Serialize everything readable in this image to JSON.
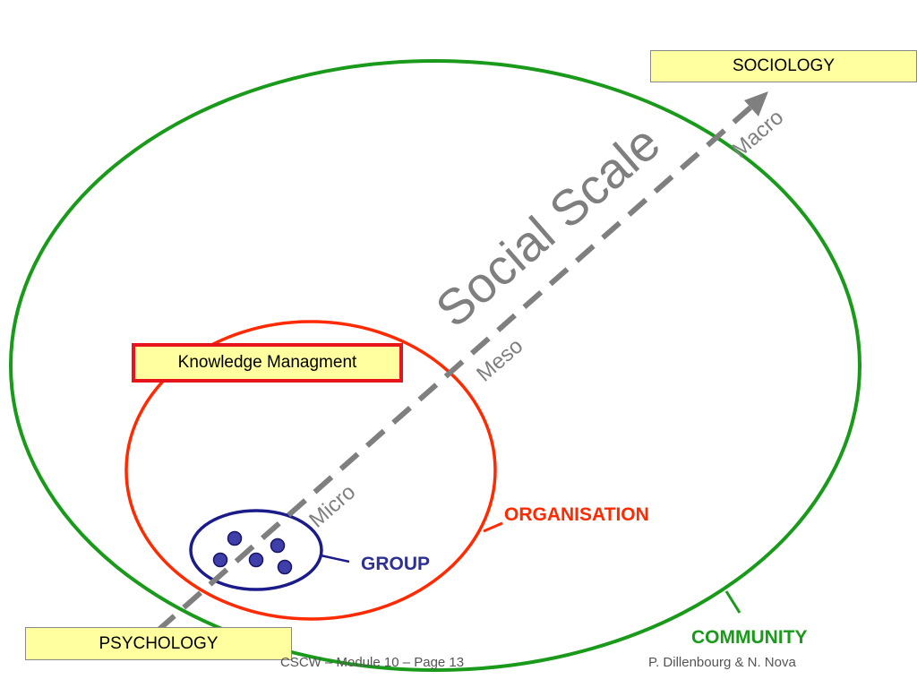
{
  "boxes": {
    "sociology": "SOCIOLOGY",
    "psychology": "PSYCHOLOGY",
    "knowledge_management": "Knowledge Managment"
  },
  "axis": {
    "title": "Social Scale",
    "micro": "Micro",
    "meso": "Meso",
    "macro": "Macro"
  },
  "levels": {
    "organisation": "ORGANISATION",
    "group": "GROUP",
    "community": "COMMUNITY"
  },
  "footer": {
    "left": "CSCW – Module 10 – Page 13",
    "right": "P. Dillenbourg & N. Nova"
  },
  "colors": {
    "community": "#1a9a1a",
    "organisation": "#ff2a00",
    "group": "#2e3192",
    "axis": "#7f7f7f",
    "box_fill": "#ffffa0",
    "km_border": "#e8141b"
  }
}
